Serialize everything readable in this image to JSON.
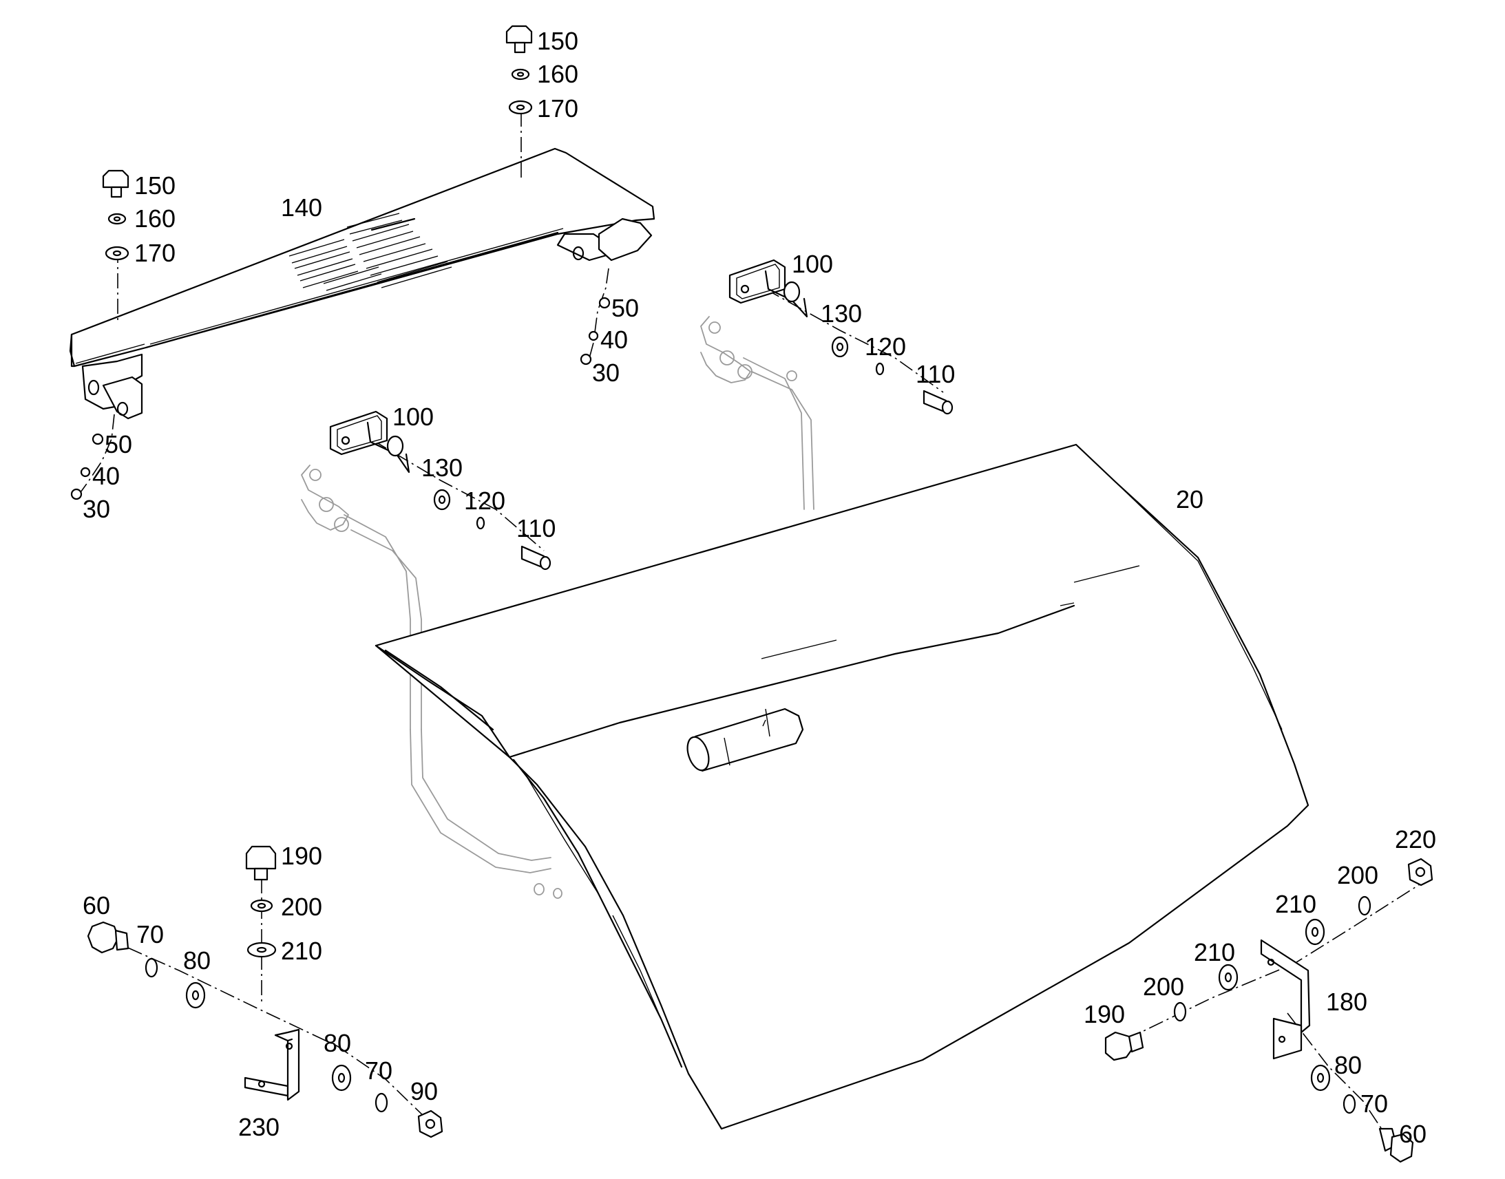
{
  "diagram": {
    "callouts": {
      "c150a": "150",
      "c160a": "160",
      "c170a": "170",
      "c150b": "150",
      "c160b": "160",
      "c170b": "170",
      "c140": "140",
      "c50a": "50",
      "c40a": "40",
      "c30a": "30",
      "c50b": "50",
      "c40b": "40",
      "c30b": "30",
      "c100a": "100",
      "c130a": "130",
      "c120a": "120",
      "c110a": "110",
      "c100b": "100",
      "c130b": "130",
      "c120b": "120",
      "c110b": "110",
      "c20": "20",
      "c190a": "190",
      "c200a": "200",
      "c210a": "210",
      "c60a": "60",
      "c70a": "70",
      "c80a": "80",
      "c80b": "80",
      "c70b": "70",
      "c90": "90",
      "c230": "230",
      "c220": "220",
      "c200b": "200",
      "c210b": "210",
      "c210c": "210",
      "c200c": "200",
      "c180": "180",
      "c190b": "190",
      "c80c": "80",
      "c70c": "70",
      "c60b": "60"
    }
  }
}
